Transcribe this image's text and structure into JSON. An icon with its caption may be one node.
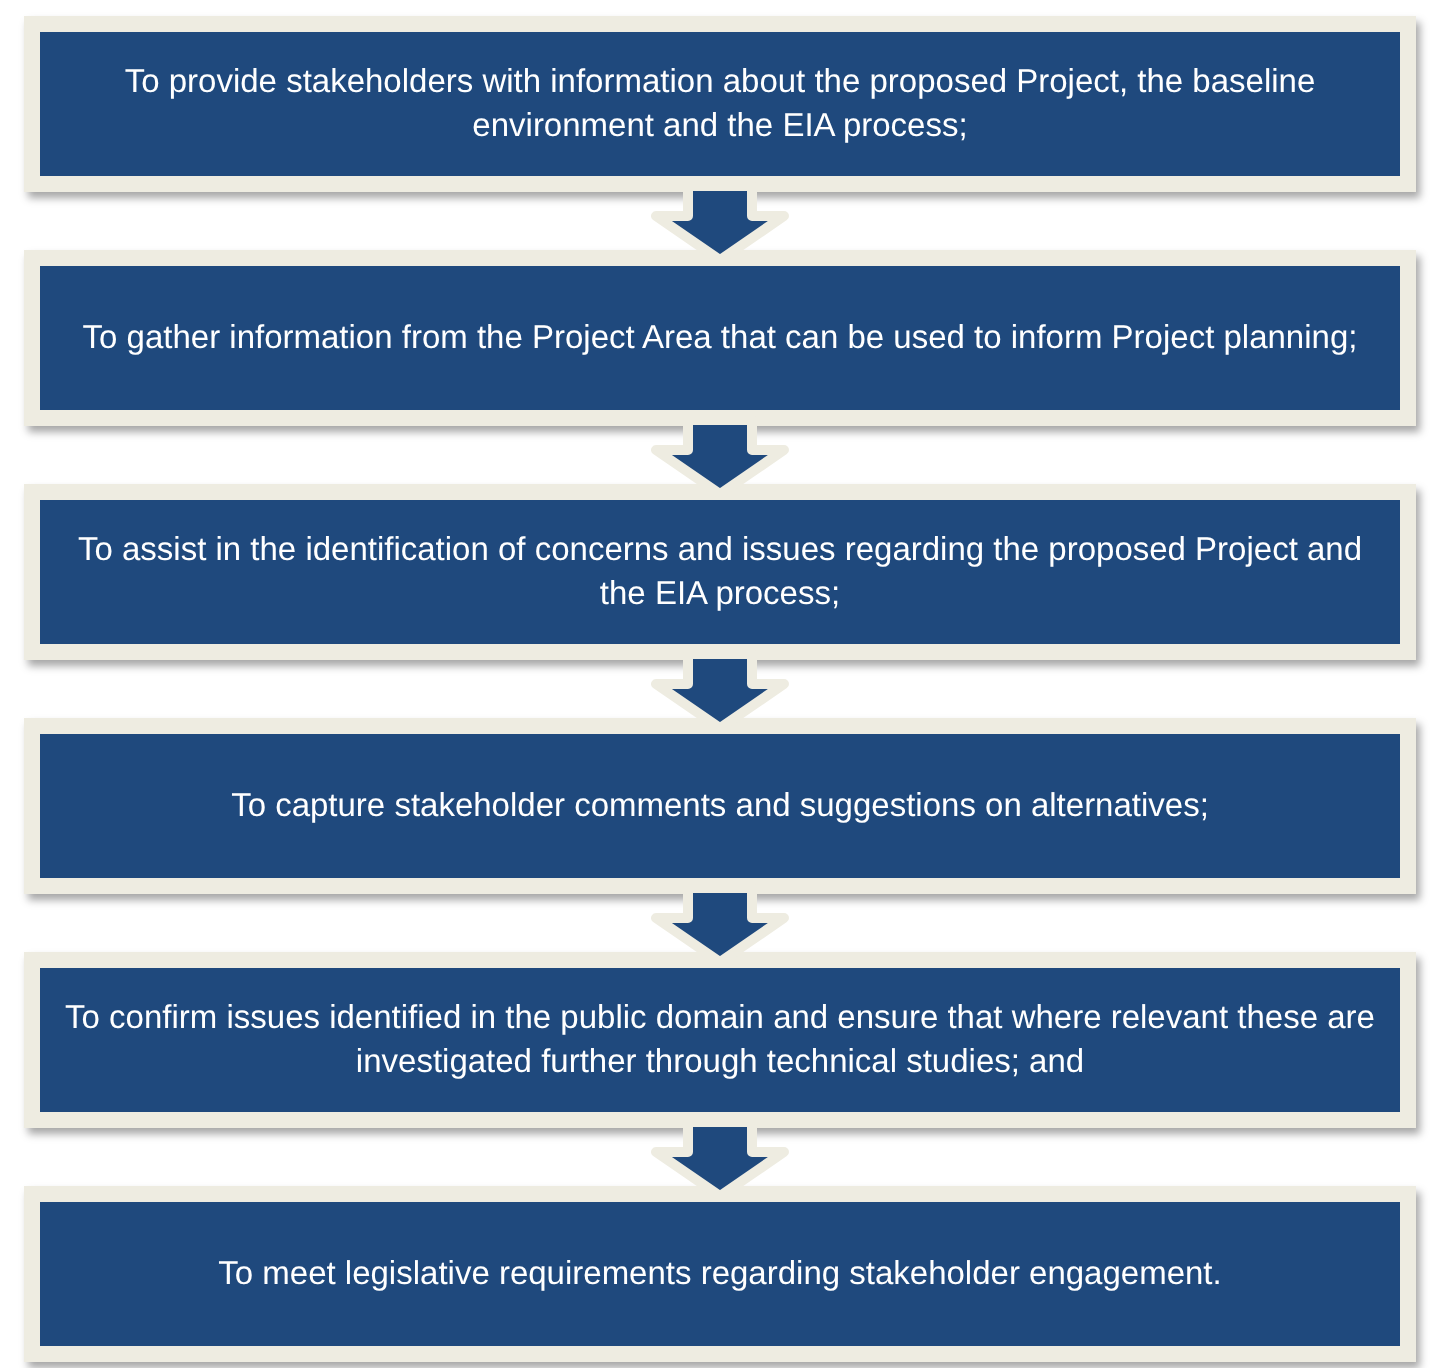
{
  "diagram": {
    "nodes": [
      {
        "text": [
          "To provide stakeholders with information about the proposed Project, the baseline environment and the EIA process;"
        ]
      },
      {
        "text": [
          "To gather information from the Project Area that can be used to inform Project planning;"
        ]
      },
      {
        "text": [
          "To assist in the identification of concerns and issues regarding the proposed Project and the EIA process;"
        ]
      },
      {
        "text": [
          "To capture stakeholder comments and suggestions on alternatives;"
        ]
      },
      {
        "text": [
          "To confirm issues identified in the public domain and ensure that where relevant these are investigated further through technical studies; and"
        ]
      },
      {
        "text": [
          "To meet legislative requirements regarding stakeholder engagement."
        ]
      }
    ],
    "edges": [
      {
        "from": 0,
        "to": 1,
        "arrow": "to"
      },
      {
        "from": 1,
        "to": 2,
        "arrow": "to"
      },
      {
        "from": 2,
        "to": 3,
        "arrow": "to"
      },
      {
        "from": 3,
        "to": 4,
        "arrow": "to"
      },
      {
        "from": 4,
        "to": 5,
        "arrow": "to"
      }
    ]
  }
}
